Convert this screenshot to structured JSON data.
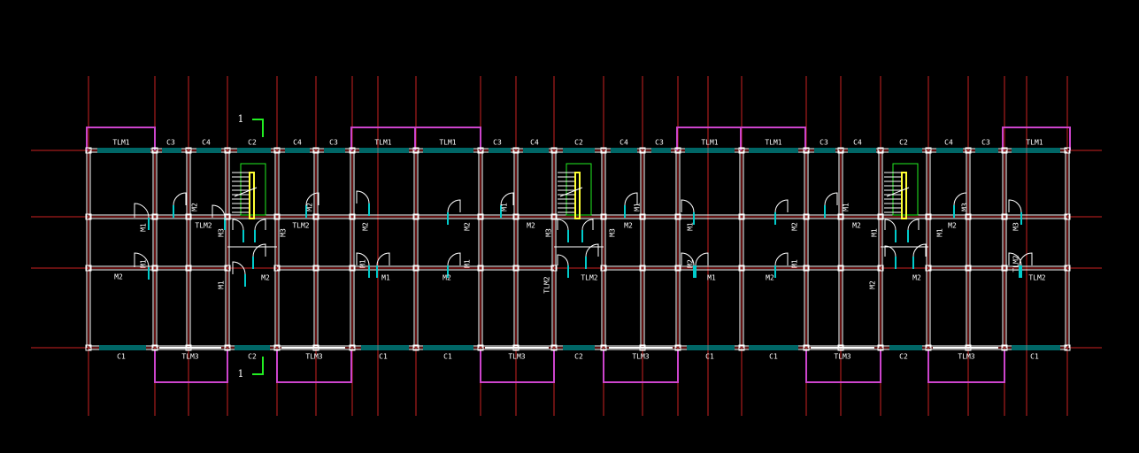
{
  "drawing": {
    "colors": {
      "background": "#000000",
      "axis": "#cc2222",
      "wall": "#ffffff",
      "window": "#00cccc",
      "balcony": "#cc44cc",
      "stair": "#ffff33",
      "section_mark": "#22ee22"
    },
    "top_labels": [
      "TLM1",
      "C3",
      "C4",
      "C2",
      "C4",
      "C3",
      "TLM1",
      "TLM1",
      "C3",
      "C4",
      "C2",
      "C4",
      "C3",
      "TLM1",
      "TLM1",
      "C3",
      "C4",
      "C2",
      "C4",
      "C3",
      "TLM1"
    ],
    "bottom_labels": [
      "C1",
      "TLM3",
      "C2",
      "TLM3",
      "C1",
      "C1",
      "TLM3",
      "C2",
      "TLM3",
      "C1",
      "C1",
      "TLM3",
      "C2",
      "TLM3",
      "C1"
    ],
    "door_labels": [
      "M2",
      "M2",
      "M3",
      "M3",
      "TLM2",
      "TLM2",
      "M1",
      "M1",
      "M2",
      "M1",
      "M2",
      "M2",
      "M1",
      "M1",
      "M2",
      "M2",
      "M1",
      "M1",
      "M2",
      "M2",
      "M3",
      "M3",
      "TLM2",
      "TLM2",
      "M1",
      "M1",
      "M2",
      "M1",
      "M2",
      "M2",
      "M1",
      "M1",
      "M2",
      "M2",
      "M1",
      "M1",
      "M2",
      "M2",
      "M3",
      "M3",
      "TLM2",
      "TLM2",
      "M1",
      "M1",
      "M2",
      "M1",
      "M2",
      "M2",
      "M1",
      "M1",
      "M2"
    ],
    "section_mark": "1"
  }
}
